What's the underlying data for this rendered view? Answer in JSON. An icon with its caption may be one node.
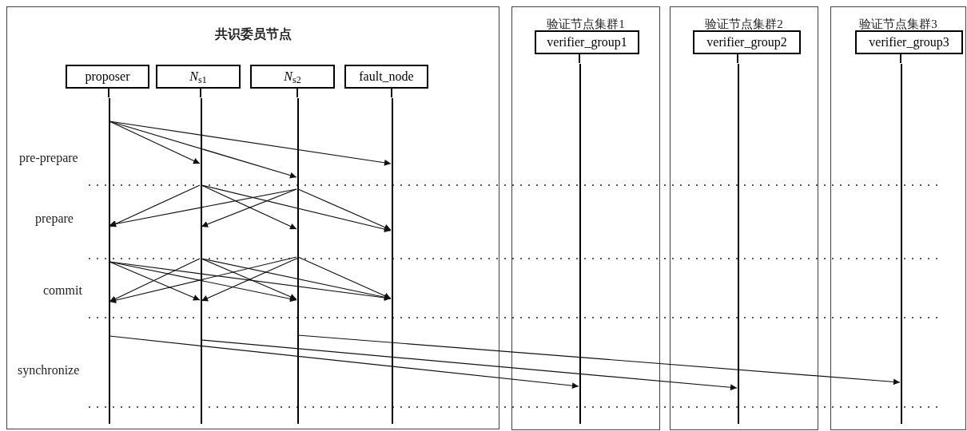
{
  "diagram": {
    "nodes": [
      {
        "text": [
          "共识委员节点"
        ]
      },
      {
        "text": [
          "proposer"
        ],
        "in": 0
      },
      {
        "text": [
          "*N*$_{s1}$"
        ],
        "in": 0
      },
      {
        "text": [
          "*N*$_{s2}$"
        ],
        "in": 0
      },
      {
        "text": [
          "fault_node"
        ],
        "in": 0
      },
      {
        "text": [],
        "shape": "bar",
        "in": 0
      },
      {
        "text": [],
        "shape": "bar",
        "in": 0
      },
      {
        "text": [],
        "shape": "bar",
        "in": 0
      },
      {
        "text": [],
        "shape": "bar",
        "in": 0
      },
      {
        "text": [
          "验证节点集群1"
        ]
      },
      {
        "text": [
          "verifier_group1"
        ],
        "in": 9
      },
      {
        "text": [],
        "shape": "bar",
        "in": 9
      },
      {
        "text": [
          "验证节点集群2"
        ]
      },
      {
        "text": [
          "verifier_group2"
        ],
        "in": 12
      },
      {
        "text": [],
        "shape": "bar",
        "in": 12
      },
      {
        "text": [
          "验证节点集群3"
        ]
      },
      {
        "text": [
          "verifier_group3"
        ],
        "in": 15
      },
      {
        "text": [],
        "shape": "bar",
        "in": 15
      }
    ],
    "edges": [
      {
        "from": 1,
        "to": 5,
        "arrow": "none"
      },
      {
        "from": 2,
        "to": 6,
        "arrow": "none"
      },
      {
        "from": 3,
        "to": 7,
        "arrow": "none"
      },
      {
        "from": 4,
        "to": 8,
        "arrow": "none"
      },
      {
        "from": 10,
        "to": 11,
        "arrow": "none"
      },
      {
        "from": 13,
        "to": 14,
        "arrow": "none"
      },
      {
        "from": 16,
        "to": 17,
        "arrow": "none"
      },
      {
        "from": 5,
        "to": 6,
        "arrow": "to"
      },
      {
        "from": 5,
        "to": 7,
        "arrow": "to"
      },
      {
        "from": 5,
        "to": 8,
        "arrow": "to"
      },
      {
        "from": 6,
        "to": 5,
        "arrow": "to"
      },
      {
        "from": 6,
        "to": 7,
        "arrow": "to"
      },
      {
        "from": 6,
        "to": 8,
        "arrow": "to"
      },
      {
        "from": 7,
        "to": 5,
        "arrow": "to"
      },
      {
        "from": 7,
        "to": 6,
        "arrow": "to"
      },
      {
        "from": 7,
        "to": 8,
        "arrow": "to"
      },
      {
        "from": 5,
        "to": 6,
        "arrow": "to"
      },
      {
        "from": 5,
        "to": 7,
        "arrow": "to"
      },
      {
        "from": 5,
        "to": 8,
        "arrow": "to"
      },
      {
        "from": 6,
        "to": 5,
        "arrow": "to"
      },
      {
        "from": 6,
        "to": 7,
        "arrow": "to"
      },
      {
        "from": 6,
        "to": 8,
        "arrow": "to"
      },
      {
        "from": 7,
        "to": 5,
        "arrow": "to"
      },
      {
        "from": 7,
        "to": 6,
        "arrow": "to"
      },
      {
        "from": 7,
        "to": 8,
        "arrow": "to"
      },
      {
        "from": 5,
        "to": 11,
        "arrow": "to"
      },
      {
        "from": 6,
        "to": 14,
        "arrow": "to"
      },
      {
        "from": 7,
        "to": 17,
        "arrow": "to"
      }
    ],
    "labels": [
      "pre-prepare",
      "prepare",
      "commit",
      "synchronize"
    ]
  }
}
